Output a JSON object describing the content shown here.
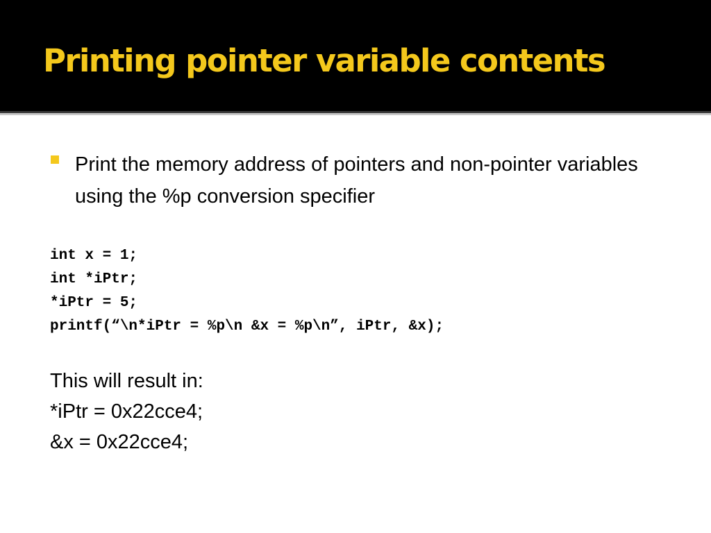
{
  "slide": {
    "title": "Printing pointer variable contents",
    "title_color": "#f4c81c",
    "bullet_color": "#f4c81c",
    "bullet_text": "Print the memory address of pointers and non-pointer variables using the %p conversion specifier",
    "code_lines": [
      "int x = 1;",
      "int *iPtr;",
      "*iPtr = 5;",
      "printf(“\\n*iPtr = %p\\n &x = %p\\n”, iPtr, &x);"
    ],
    "result_lines": [
      "This will result in:",
      "*iPtr = 0x22cce4;",
      "&x = 0x22cce4;"
    ]
  }
}
